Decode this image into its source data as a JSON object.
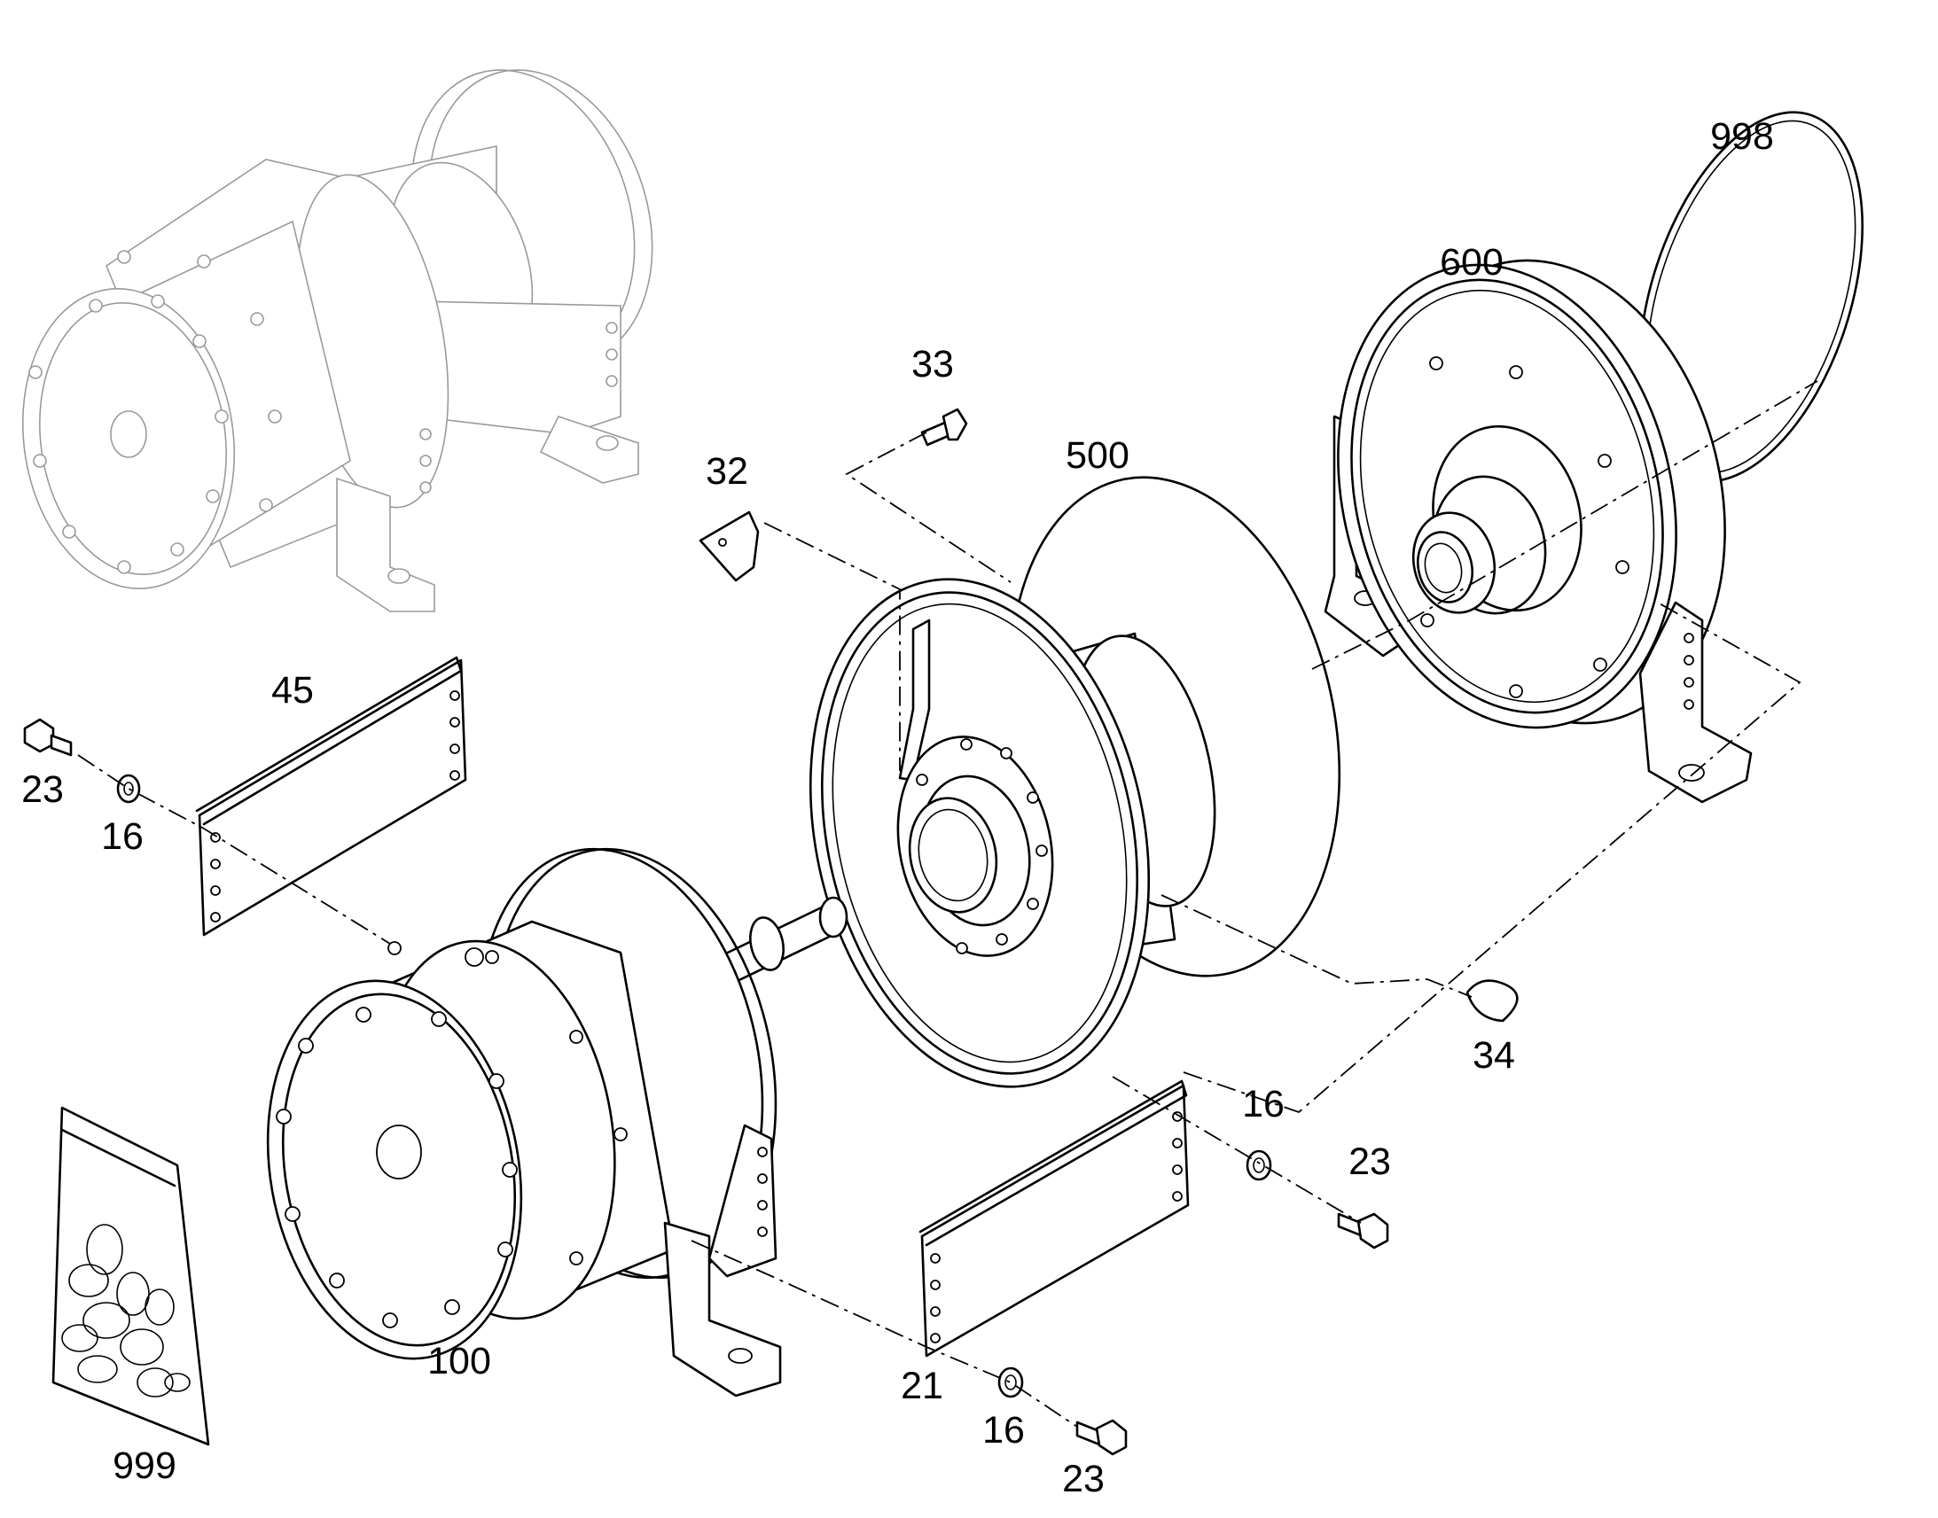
{
  "diagram": {
    "labels": {
      "l998": "998",
      "l600": "600",
      "l33": "33",
      "l32": "32",
      "l500": "500",
      "l45": "45",
      "l23a": "23",
      "l16a": "16",
      "l34": "34",
      "l16b": "16",
      "l23b": "23",
      "l100": "100",
      "l999": "999",
      "l21": "21",
      "l16c": "16",
      "l23c": "23"
    }
  }
}
